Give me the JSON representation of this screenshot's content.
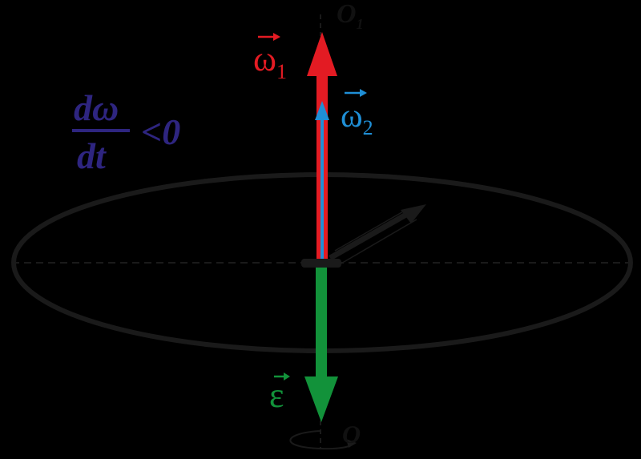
{
  "colors": {
    "background": "#000000",
    "ellipse": "#1a1a1a",
    "omega1": "#e31b23",
    "omega2": "#1f8fd6",
    "epsilon": "#12923a",
    "derivative": "#2e2580",
    "axis_label": "#111111"
  },
  "labels": {
    "axis_top": "O",
    "axis_top_sub": "1",
    "axis_bottom": "O",
    "omega1": "ω",
    "omega1_sub": "1",
    "omega2": "ω",
    "omega2_sub": "2",
    "epsilon": "ε",
    "derivative_numerator": "dω",
    "derivative_denominator": "dt",
    "derivative_relation": "<0"
  }
}
